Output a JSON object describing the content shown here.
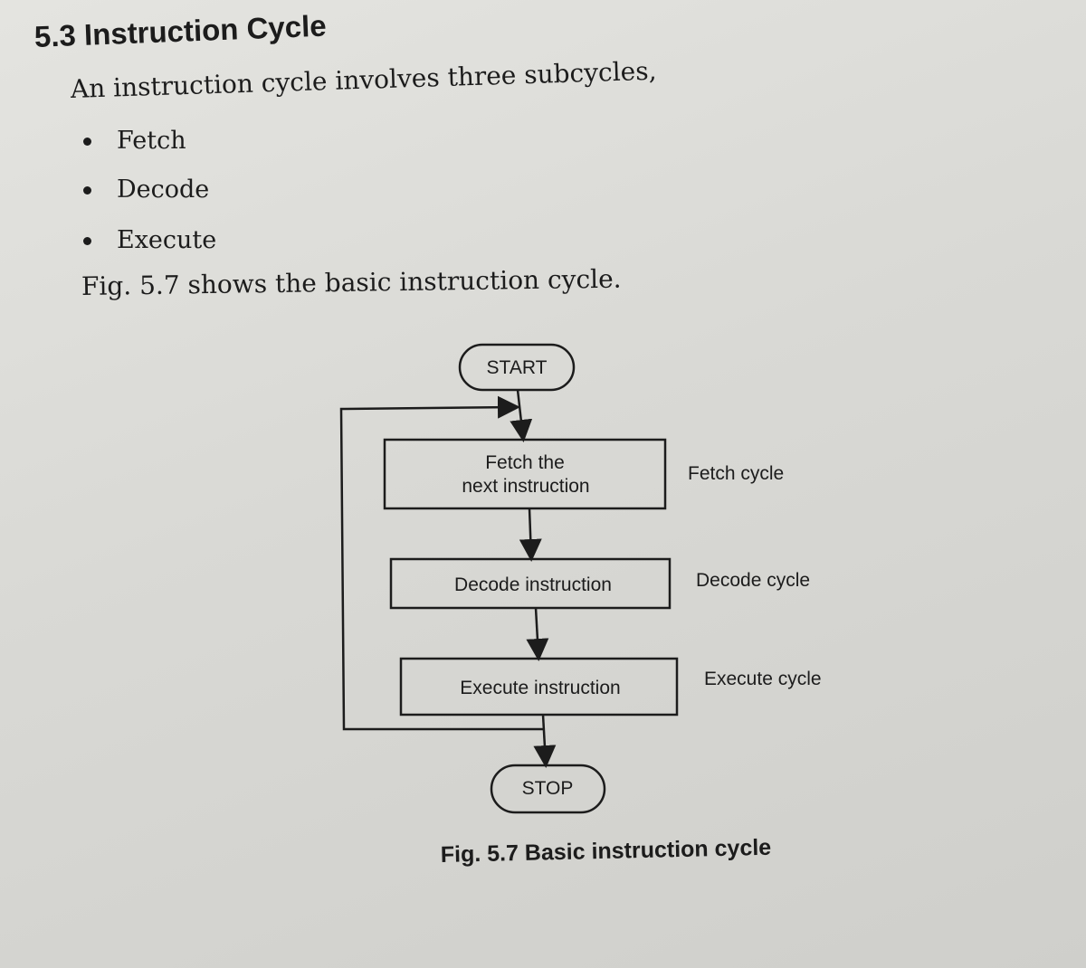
{
  "heading": "5.3 Instruction Cycle",
  "intro": "An instruction cycle involves three subcycles,",
  "bullets": [
    "Fetch",
    "Decode",
    "Execute"
  ],
  "figure_reference": "Fig. 5.7 shows the basic instruction cycle.",
  "flowchart": {
    "start": "START",
    "fetch_line1": "Fetch the",
    "fetch_line2": "next instruction",
    "decode": "Decode instruction",
    "execute": "Execute instruction",
    "stop": "STOP",
    "labels": [
      "Fetch cycle",
      "Decode cycle",
      "Execute cycle"
    ]
  },
  "caption": "Fig. 5.7 Basic instruction cycle"
}
